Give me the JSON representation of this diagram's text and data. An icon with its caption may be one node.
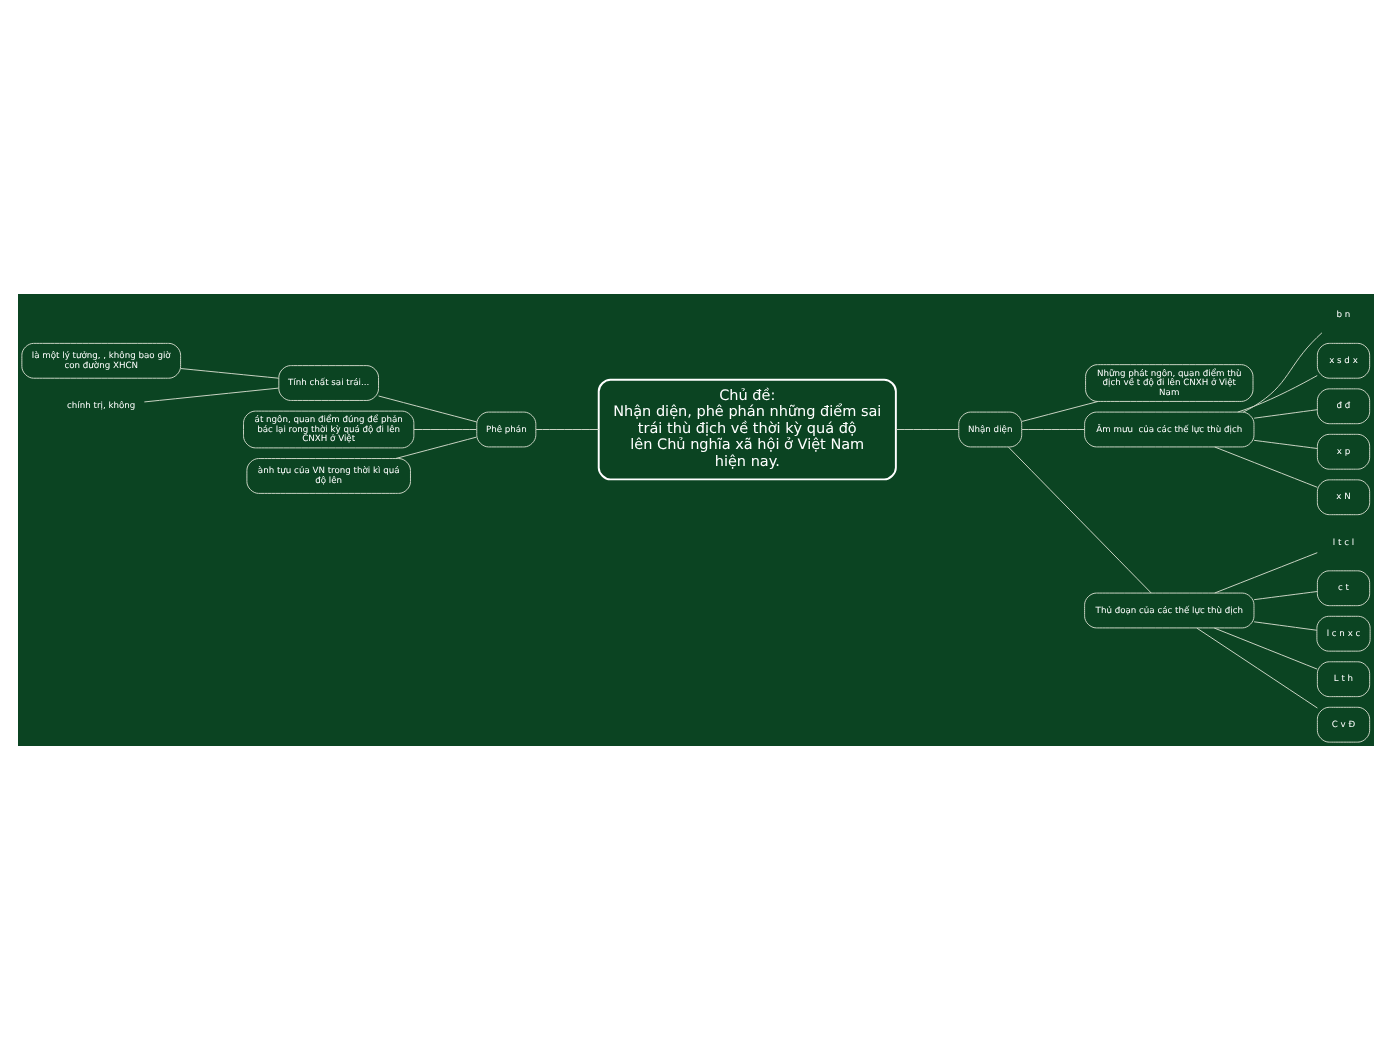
{
  "diagram": {
    "nodes": [
      {
        "text": [
          "Chủ đề:",
          "Nhận diện, phê phán những điểm sai trái thù địch về thời kỳ quá độ lên Chủ nghĩa xã hội ở Việt Nam hiện nay."
        ]
      },
      {
        "text": [
          "Phê phán"
        ]
      },
      {
        "text": [
          "Tính chất sai trái..."
        ]
      },
      {
        "text": [
          "là một lý tưởng, , không bao giờ con đường XHCN"
        ]
      },
      {
        "text": [
          "chính trị, không"
        ]
      },
      {
        "text": [
          "át ngôn, quan điểm đúng để phản bác lại rong thời kỳ quá độ đi lên CNXH ở Việt"
        ]
      },
      {
        "text": [
          "ành tựu của VN trong thời kì quá độ lên"
        ]
      },
      {
        "text": [
          "Nhận diện"
        ]
      },
      {
        "text": [
          "Những phát ngôn, quan điểm thù địch về t độ đi lên CNXH ở Việt Nam"
        ]
      },
      {
        "text": [
          "Âm mưu  của các thế lực thù địch"
        ]
      },
      {
        "text": [
          "b n"
        ]
      },
      {
        "text": [
          "x s d x"
        ]
      },
      {
        "text": [
          "đ đ"
        ]
      },
      {
        "text": [
          "x p"
        ]
      },
      {
        "text": [
          "x N"
        ]
      },
      {
        "text": [
          "Thủ đoạn của các thế lực thù địch"
        ]
      },
      {
        "text": [
          "l t c l"
        ]
      },
      {
        "text": [
          "c t"
        ]
      },
      {
        "text": [
          "l c n x c"
        ]
      },
      {
        "text": [
          "L t h"
        ]
      },
      {
        "text": [
          "C v Đ"
        ]
      }
    ],
    "edges": [
      {
        "from": 1,
        "to": 0,
        "arrow": "none"
      },
      {
        "from": 2,
        "to": 1,
        "arrow": "none"
      },
      {
        "from": 4,
        "to": 2,
        "arrow": "none"
      },
      {
        "from": 3,
        "to": 2,
        "arrow": "none"
      },
      {
        "from": 5,
        "to": 1,
        "arrow": "none"
      },
      {
        "from": 6,
        "to": 1,
        "arrow": "none"
      },
      {
        "from": 0,
        "to": 7,
        "arrow": "none"
      },
      {
        "from": 7,
        "to": 8,
        "arrow": "none"
      },
      {
        "from": 7,
        "to": 9,
        "arrow": "none"
      },
      {
        "from": 9,
        "to": 10,
        "arrow": "none"
      },
      {
        "from": 9,
        "to": 11,
        "arrow": "none"
      },
      {
        "from": 9,
        "to": 12,
        "arrow": "none"
      },
      {
        "from": 9,
        "to": 13,
        "arrow": "none"
      },
      {
        "from": 9,
        "to": 14,
        "arrow": "none"
      },
      {
        "from": 7,
        "to": 15,
        "arrow": "none"
      },
      {
        "from": 15,
        "to": 16,
        "arrow": "none"
      },
      {
        "from": 15,
        "to": 17,
        "arrow": "none"
      },
      {
        "from": 15,
        "to": 18,
        "arrow": "none"
      },
      {
        "from": 15,
        "to": 19,
        "arrow": "none"
      },
      {
        "from": 15,
        "to": 20,
        "arrow": "none"
      }
    ]
  }
}
